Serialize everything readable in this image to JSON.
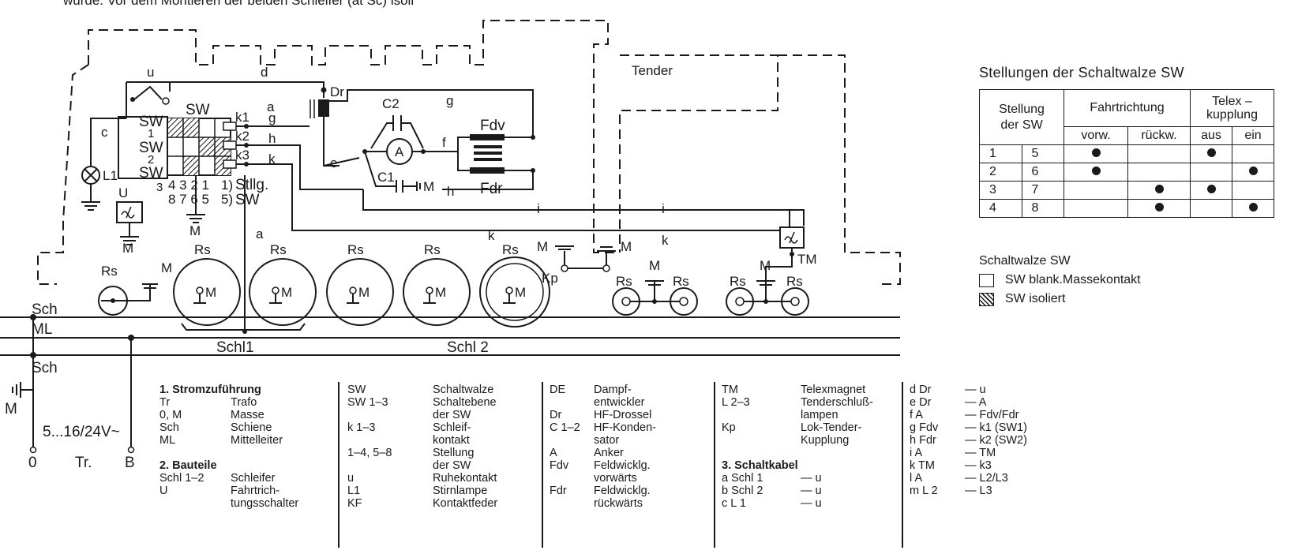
{
  "top_text": "wurde. Vor dem Montieren der beiden Schleifer (at Sc) isoli",
  "labels": {
    "tender": "Tender",
    "u": "u",
    "d": "d",
    "dr": "Dr",
    "a": "a",
    "g": "g",
    "c": "c",
    "h": "h",
    "k": "k",
    "e": "e",
    "f": "f",
    "i": "i",
    "i2": "i",
    "k2": "k",
    "sw": "SW",
    "sw1": "SW",
    "sw1n": "1",
    "sw2": "SW",
    "sw2n": "2",
    "sw3": "SW",
    "sw3n": "3",
    "k1": "k1",
    "kk2": "k2",
    "k3": "k3",
    "pos_top": "4 3  2 1",
    "pos_bot": "8 7 6 5",
    "stllg": "Stllg.",
    "stllg_sw": "SW",
    "paren1": "1)",
    "paren2": "5)",
    "l1": "L1",
    "u_box": "U",
    "m": "M",
    "c2": "C2",
    "c1": "C1",
    "anker": "A",
    "fdv": "Fdv",
    "fdr": "Fdr",
    "m_cap": "M",
    "h2": "h",
    "rs": "Rs",
    "tm": "TM",
    "kp": "Kp",
    "sch": "Sch",
    "ml": "ML",
    "sch2": "Sch",
    "schl1": "Schl1",
    "schl2": "Schl 2",
    "voltage": "5...16/24V~",
    "zero": "0",
    "tr": "Tr.",
    "b": "B"
  },
  "position_table": {
    "title": "Stellungen der Schaltwalze SW",
    "h_stellung": "Stellung",
    "h_der_sw": "der SW",
    "h_fahrtrichtung": "Fahrtrichtung",
    "h_telex": "Telex –",
    "h_kupplung": "kupplung",
    "h_vorw": "vorw.",
    "h_rueckw": "rückw.",
    "h_aus": "aus",
    "h_ein": "ein",
    "rows": [
      {
        "a": "1",
        "b": "5",
        "vorw": true,
        "rueckw": false,
        "aus": true,
        "ein": false
      },
      {
        "a": "2",
        "b": "6",
        "vorw": true,
        "rueckw": false,
        "aus": false,
        "ein": true
      },
      {
        "a": "3",
        "b": "7",
        "vorw": false,
        "rueckw": true,
        "aus": true,
        "ein": false
      },
      {
        "a": "4",
        "b": "8",
        "vorw": false,
        "rueckw": true,
        "aus": false,
        "ein": true
      }
    ]
  },
  "sw_legend": {
    "title": "Schaltwalze SW",
    "blank": "SW blank.Massekontakt",
    "isoliert": "SW isoliert"
  },
  "legend": {
    "col1": [
      {
        "k": "1. Stromzuführung",
        "v": "",
        "head": true
      },
      {
        "k": "Tr",
        "v": "Trafo"
      },
      {
        "k": "0, M",
        "v": "Masse"
      },
      {
        "k": "Sch",
        "v": "Schiene"
      },
      {
        "k": "ML",
        "v": "Mittelleiter"
      },
      {
        "k": "",
        "v": ""
      },
      {
        "k": "2. Bauteile",
        "v": "",
        "head": true
      },
      {
        "k": "Schl 1–2",
        "v": "Schleifer"
      },
      {
        "k": "U",
        "v": "Fahrtrich-"
      },
      {
        "k": "",
        "v": "tungsschalter"
      }
    ],
    "col2": [
      {
        "k": "SW",
        "v": "Schaltwalze"
      },
      {
        "k": "SW 1–3",
        "v": "Schaltebene"
      },
      {
        "k": "",
        "v": "der SW"
      },
      {
        "k": "k 1–3",
        "v": "Schleif-"
      },
      {
        "k": "",
        "v": "kontakt"
      },
      {
        "k": "1–4, 5–8",
        "v": "Stellung"
      },
      {
        "k": "",
        "v": "der SW"
      },
      {
        "k": "u",
        "v": "Ruhekontakt"
      },
      {
        "k": "L1",
        "v": "Stirnlampe"
      },
      {
        "k": "KF",
        "v": "Kontaktfeder"
      }
    ],
    "col3": [
      {
        "k": "DE",
        "v": "Dampf-"
      },
      {
        "k": "",
        "v": "entwickler"
      },
      {
        "k": "Dr",
        "v": "HF-Drossel"
      },
      {
        "k": "C 1–2",
        "v": "HF-Konden-"
      },
      {
        "k": "",
        "v": "sator"
      },
      {
        "k": "A",
        "v": "Anker"
      },
      {
        "k": "Fdv",
        "v": "Feldwicklg."
      },
      {
        "k": "",
        "v": "vorwärts"
      },
      {
        "k": "Fdr",
        "v": "Feldwicklg."
      },
      {
        "k": "",
        "v": "rückwärts"
      }
    ],
    "col4": [
      {
        "k": "TM",
        "v": "Telexmagnet"
      },
      {
        "k": "L 2–3",
        "v": "Tenderschluß-"
      },
      {
        "k": "",
        "v": "lampen"
      },
      {
        "k": "Kp",
        "v": "Lok-Tender-"
      },
      {
        "k": "",
        "v": "Kupplung"
      },
      {
        "k": "",
        "v": ""
      },
      {
        "k": "3. Schaltkabel",
        "v": "",
        "head": true
      },
      {
        "k": "a Schl 1",
        "v": "— u"
      },
      {
        "k": "b Schl 2",
        "v": "— u"
      },
      {
        "k": "c L 1",
        "v": "— u"
      }
    ],
    "col5": [
      {
        "k": "d Dr",
        "v": "— u"
      },
      {
        "k": "e Dr",
        "v": "— A"
      },
      {
        "k": "f A",
        "v": "— Fdv/Fdr"
      },
      {
        "k": "g Fdv",
        "v": "— k1 (SW1)"
      },
      {
        "k": "h Fdr",
        "v": "— k2 (SW2)"
      },
      {
        "k": "i A",
        "v": "— TM"
      },
      {
        "k": "k TM",
        "v": "— k3"
      },
      {
        "k": "l A",
        "v": "— L2/L3"
      },
      {
        "k": "m L 2",
        "v": "— L3"
      }
    ]
  }
}
